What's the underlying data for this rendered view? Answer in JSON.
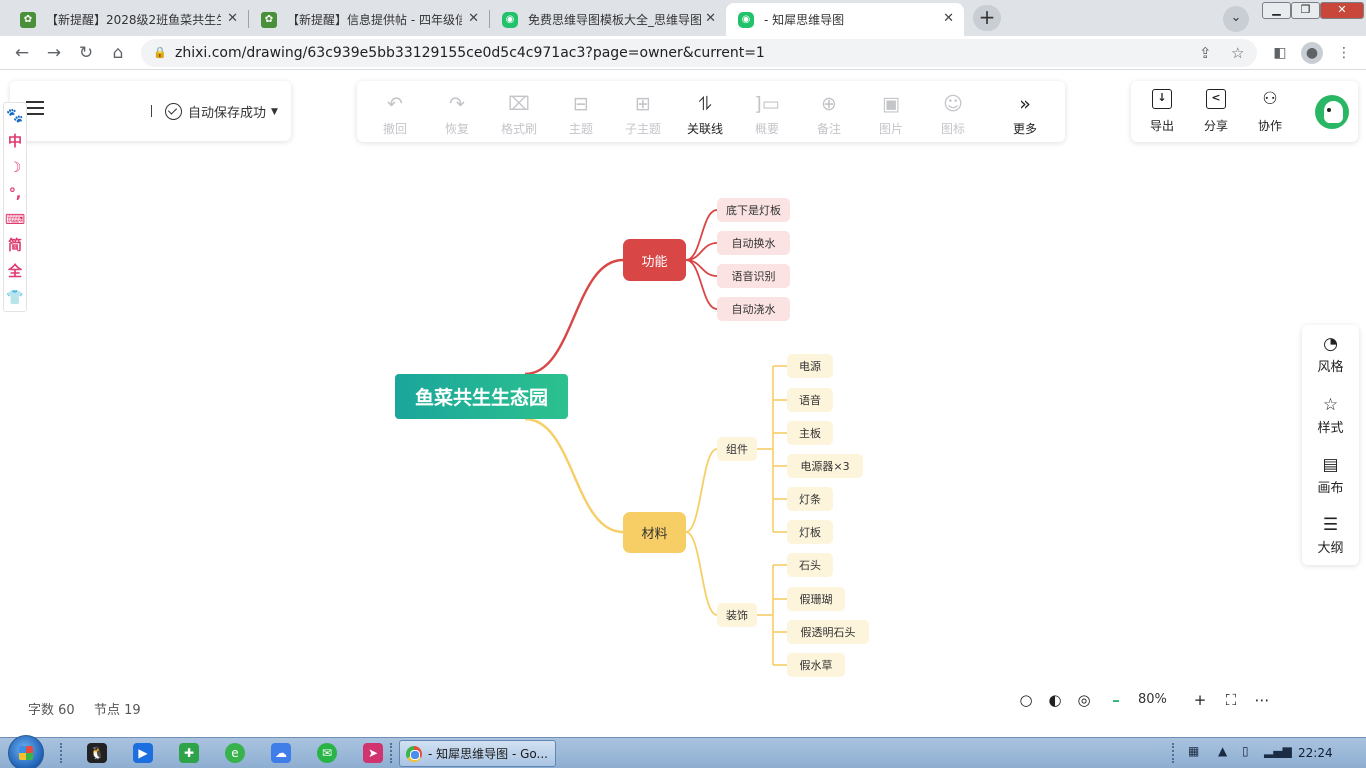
{
  "browser": {
    "tabs": [
      {
        "title": "【新提醒】2028级2班鱼菜共生生",
        "icon": "green-leaf-favicon"
      },
      {
        "title": "【新提醒】信息提供帖 - 四年级信",
        "icon": "green-leaf-favicon"
      },
      {
        "title": "免费思维导图模板大全_思维导图",
        "icon": "zhixi-favicon"
      },
      {
        "title": "- 知犀思维导图",
        "icon": "zhixi-favicon"
      }
    ],
    "url": "zhixi.com/drawing/63c939e5bb33129155ce0d5c4c971ac3?page=owner&current=1"
  },
  "app": {
    "save_status": "自动保存成功",
    "toolbar": [
      {
        "label": "撤回",
        "icon": "undo-icon",
        "glyph": "↶",
        "enabled": false
      },
      {
        "label": "恢复",
        "icon": "redo-icon",
        "glyph": "↷",
        "enabled": false
      },
      {
        "label": "格式刷",
        "icon": "format-brush-icon",
        "glyph": "⌧",
        "enabled": false
      },
      {
        "label": "主题",
        "icon": "topic-icon",
        "glyph": "⊟",
        "enabled": false
      },
      {
        "label": "子主题",
        "icon": "subtopic-icon",
        "glyph": "⊞",
        "enabled": false
      },
      {
        "label": "关联线",
        "icon": "relation-line-icon",
        "glyph": "⥮",
        "enabled": true
      },
      {
        "label": "概要",
        "icon": "summary-icon",
        "glyph": "]▭",
        "enabled": false
      },
      {
        "label": "备注",
        "icon": "note-icon",
        "glyph": "⊕",
        "enabled": false
      },
      {
        "label": "图片",
        "icon": "image-icon",
        "glyph": "▣",
        "enabled": false
      },
      {
        "label": "图标",
        "icon": "emoji-icon",
        "glyph": "☺",
        "enabled": false
      },
      {
        "label": "更多",
        "icon": "more-icon",
        "glyph": "»",
        "enabled": true
      }
    ],
    "actions": [
      {
        "label": "导出",
        "icon": "export-icon",
        "glyph": "↓"
      },
      {
        "label": "分享",
        "icon": "share-icon",
        "glyph": "<"
      },
      {
        "label": "协作",
        "icon": "collaborate-icon",
        "glyph": "⚇"
      }
    ],
    "ime": [
      "🐾",
      "中",
      "☽",
      "°,",
      "⌨",
      "简",
      "全",
      "👕"
    ],
    "side_panel": [
      {
        "label": "风格",
        "icon": "palette-icon",
        "glyph": "◔"
      },
      {
        "label": "样式",
        "icon": "style-icon",
        "glyph": "☆"
      },
      {
        "label": "画布",
        "icon": "canvas-icon",
        "glyph": "▤"
      },
      {
        "label": "大纲",
        "icon": "outline-icon",
        "glyph": "☰"
      }
    ],
    "stats": {
      "word_count": "字数 60",
      "node_count": "节点 19"
    },
    "zoom": "80%",
    "colors": {
      "red": "#d94646",
      "yellow": "#f7cd66",
      "root": "#1aa69b"
    }
  },
  "mindmap": {
    "root": "鱼菜共生生态园",
    "branches": [
      {
        "label": "功能",
        "color": "red",
        "children": [
          "底下是灯板",
          "自动换水",
          "语音识别",
          "自动浇水"
        ]
      },
      {
        "label": "材料",
        "color": "yellow",
        "groups": [
          {
            "label": "组件",
            "children": [
              "电源",
              "语音",
              "主板",
              "电源器×3",
              "灯条",
              "灯板"
            ]
          },
          {
            "label": "装饰",
            "children": [
              "石头",
              "假珊瑚",
              "假透明石头",
              "假水草"
            ]
          }
        ]
      }
    ]
  },
  "taskbar": {
    "active_window": "- 知犀思维导图 - Go...",
    "time": "22:24"
  }
}
